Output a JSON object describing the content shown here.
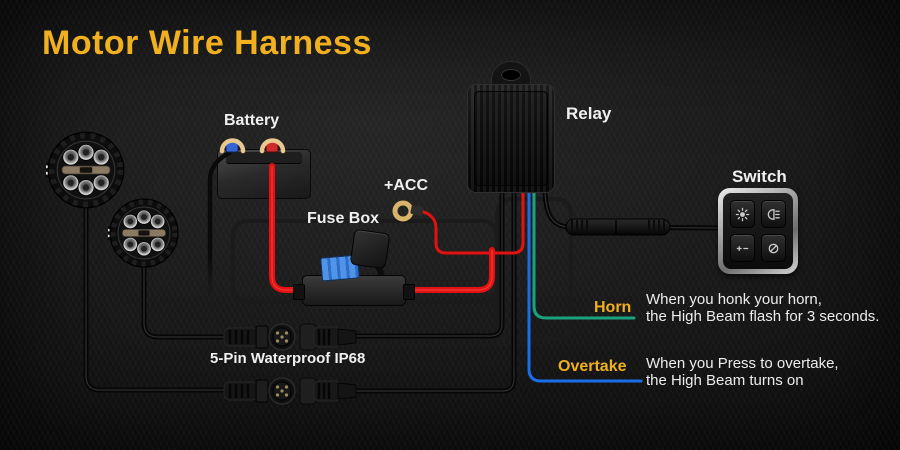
{
  "title": "Motor Wire Harness",
  "components": {
    "battery": {
      "label": "Battery"
    },
    "fuse_box": {
      "label": "Fuse Box"
    },
    "acc": {
      "label": "+ACC"
    },
    "relay": {
      "label": "Relay"
    },
    "switch": {
      "label": "Switch",
      "buttons": [
        {
          "icon": "high-beam-flash-icon"
        },
        {
          "icon": "headlight-beam-icon"
        },
        {
          "icon": "brightness-plus-minus-icon"
        },
        {
          "icon": "strobe-mode-icon"
        }
      ]
    },
    "connectors": {
      "label": "5-Pin Waterproof IP68"
    }
  },
  "callouts": {
    "horn": {
      "label": "Horn",
      "line1": "When you honk your horn,",
      "line2": "the High Beam flash for 3 seconds."
    },
    "overtake": {
      "label": "Overtake",
      "line1": "When you Press to overtake,",
      "line2": "the High Beam turns on"
    }
  },
  "colors": {
    "accent_gold": "#f0b01f",
    "wire_red": "#e31212",
    "wire_green": "#18a37e",
    "wire_blue": "#1a6fe8",
    "text": "#f0f0f0",
    "background": "#131313"
  }
}
